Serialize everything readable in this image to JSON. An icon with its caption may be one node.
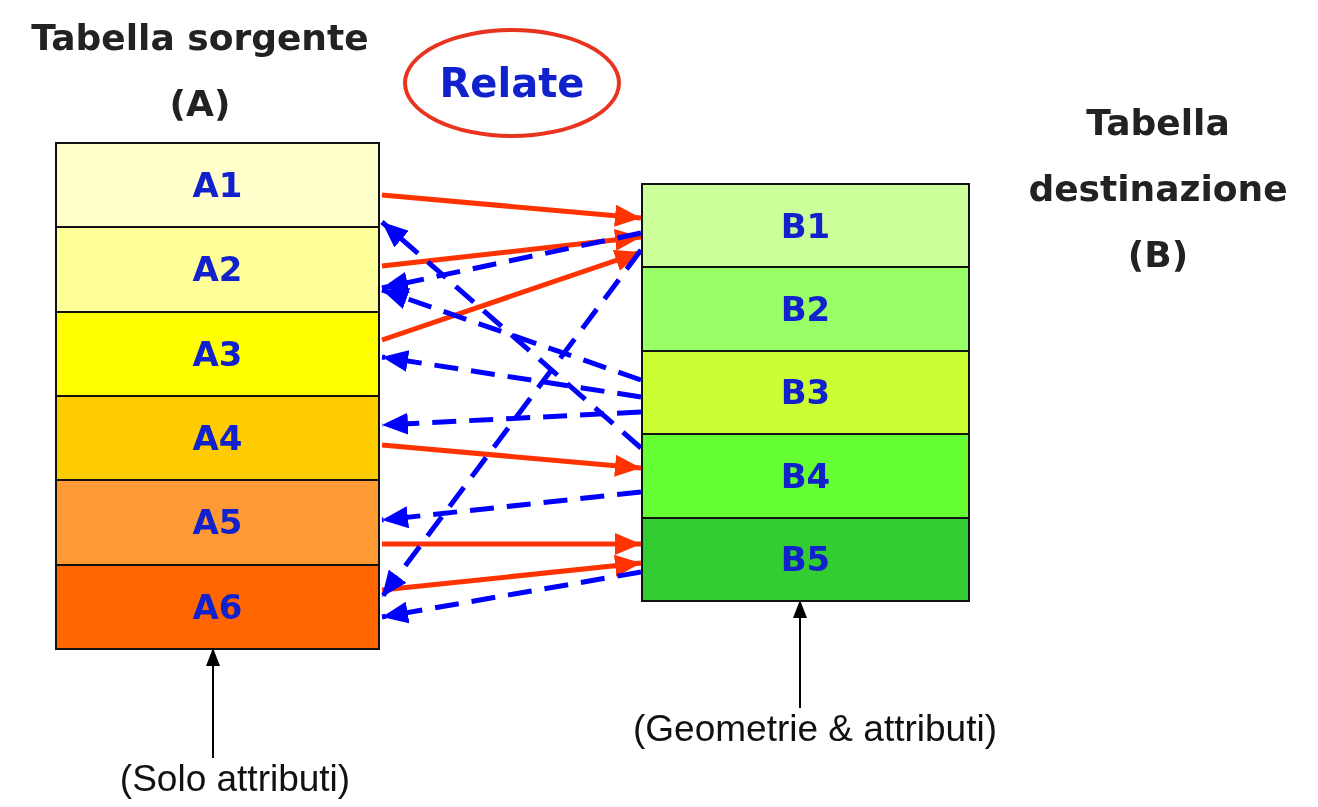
{
  "diagram": {
    "nodes": [
      {
        "text": [
          "Tabella sorgente (A)"
        ]
      },
      {
        "text": [
          "A1"
        ],
        "in": 0
      },
      {
        "text": [
          "A2"
        ],
        "in": 0
      },
      {
        "text": [
          "A3"
        ],
        "in": 0
      },
      {
        "text": [
          "A4"
        ],
        "in": 0
      },
      {
        "text": [
          "A5"
        ],
        "in": 0
      },
      {
        "text": [
          "A6"
        ],
        "in": 0
      },
      {
        "text": [
          "Tabella destinazione (B)"
        ]
      },
      {
        "text": [
          "B1"
        ],
        "in": 7
      },
      {
        "text": [
          "B2"
        ],
        "in": 7
      },
      {
        "text": [
          "B3"
        ],
        "in": 7
      },
      {
        "text": [
          "B4"
        ],
        "in": 7
      },
      {
        "text": [
          "B5"
        ],
        "in": 7
      },
      {
        "text": [
          "Relate"
        ]
      },
      {
        "text": [
          "(Solo attributi)"
        ]
      },
      {
        "text": [
          "(Geometrie & attributi)"
        ]
      }
    ],
    "edges": [
      {
        "from": 1,
        "to": 8,
        "arrow": "to",
        "color": "#ff3300"
      },
      {
        "from": 2,
        "to": 8,
        "arrow": "to",
        "color": "#ff3300"
      },
      {
        "from": 3,
        "to": 8,
        "arrow": "to",
        "color": "#ff3300"
      },
      {
        "from": 4,
        "to": 11,
        "arrow": "to",
        "color": "#ff3300"
      },
      {
        "from": 5,
        "to": 12,
        "arrow": "to",
        "color": "#ff3300"
      },
      {
        "from": 6,
        "to": 12,
        "arrow": "to",
        "color": "#ff3300"
      },
      {
        "from": 8,
        "to": 2,
        "arrow": "to",
        "style": "dashed",
        "color": "#0000ff"
      },
      {
        "from": 10,
        "to": 2,
        "arrow": "to",
        "style": "dashed",
        "color": "#0000ff"
      },
      {
        "from": 10,
        "to": 3,
        "arrow": "to",
        "style": "dashed",
        "color": "#0000ff"
      },
      {
        "from": 10,
        "to": 4,
        "arrow": "to",
        "style": "dashed",
        "color": "#0000ff"
      },
      {
        "from": 11,
        "to": 1,
        "arrow": "to",
        "style": "dashed",
        "color": "#0000ff"
      },
      {
        "from": 11,
        "to": 5,
        "arrow": "to",
        "style": "dashed",
        "color": "#0000ff"
      },
      {
        "from": 8,
        "to": 6,
        "arrow": "to",
        "style": "dashed",
        "color": "#0000ff"
      },
      {
        "from": 12,
        "to": 6,
        "arrow": "to",
        "style": "dashed",
        "color": "#0000ff"
      },
      {
        "from": 14,
        "to": 0,
        "arrow": "to",
        "color": "#000000"
      },
      {
        "from": 15,
        "to": 7,
        "arrow": "to",
        "color": "#000000"
      }
    ]
  }
}
